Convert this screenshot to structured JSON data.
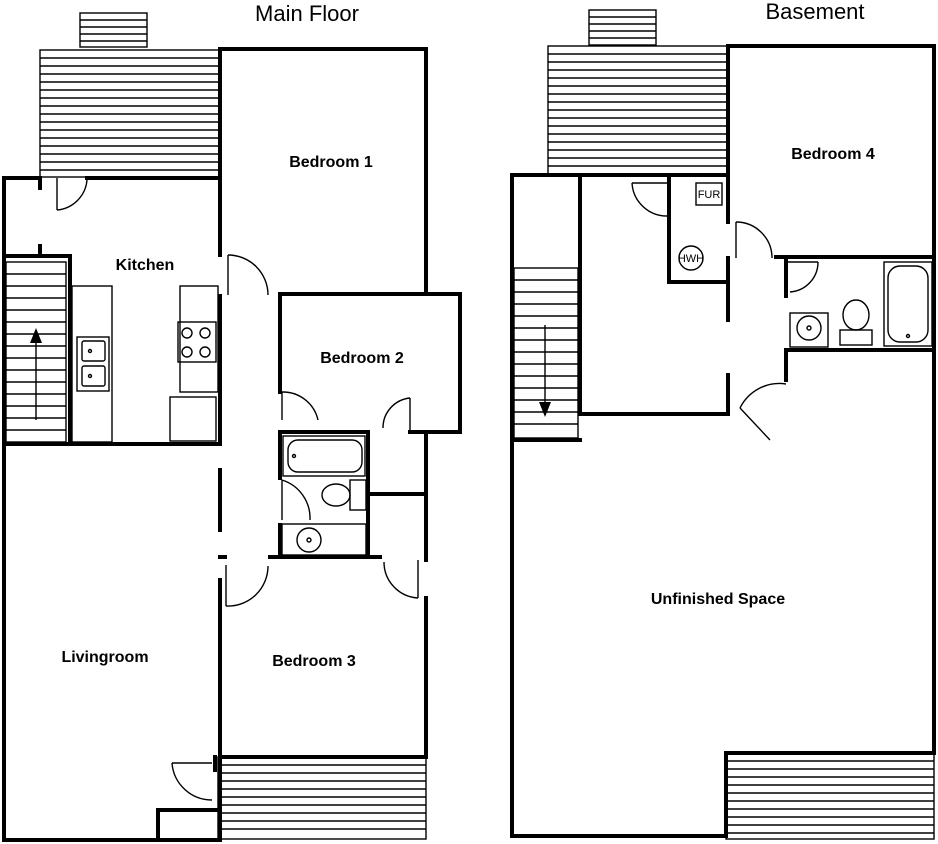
{
  "floors": {
    "main": {
      "title": "Main Floor",
      "rooms": {
        "bedroom1": "Bedroom 1",
        "kitchen": "Kitchen",
        "bedroom2": "Bedroom 2",
        "livingroom": "Livingroom",
        "bedroom3": "Bedroom 3"
      }
    },
    "basement": {
      "title": "Basement",
      "rooms": {
        "bedroom4": "Bedroom 4",
        "unfinished": "Unfinished Space"
      },
      "fixtures": {
        "furnace": "FUR",
        "water_heater": "HWH"
      }
    }
  }
}
